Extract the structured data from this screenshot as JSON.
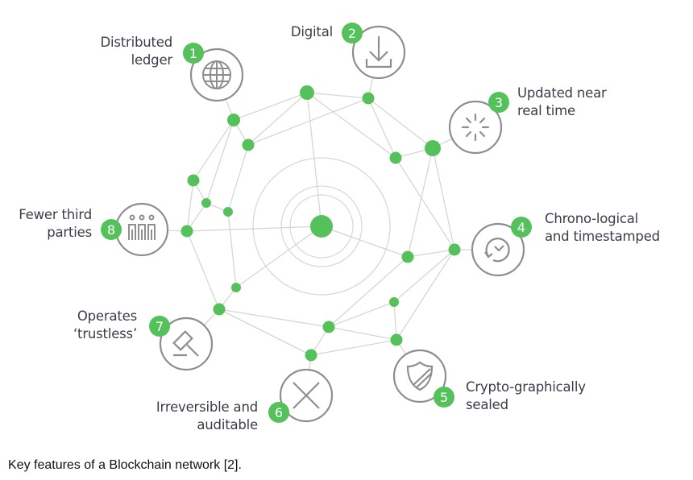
{
  "colors": {
    "accent": "#55c15a",
    "icon_stroke": "#8e8e8e",
    "edge": "#d6d6d2",
    "text": "#3a3c4a"
  },
  "features": [
    {
      "number": "1",
      "label": "Distributed\nledger",
      "icon": "globe-icon"
    },
    {
      "number": "2",
      "label": "Digital",
      "icon": "download-icon"
    },
    {
      "number": "3",
      "label": "Updated near\nreal time",
      "icon": "loading-spinner-icon"
    },
    {
      "number": "4",
      "label": "Chrono-logical\nand timestamped",
      "icon": "clock-history-icon"
    },
    {
      "number": "5",
      "label": "Crypto-graphically\nsealed",
      "icon": "shield-icon"
    },
    {
      "number": "6",
      "label": "Irreversible and\nauditable",
      "icon": "x-cross-icon"
    },
    {
      "number": "7",
      "label": "Operates\n‘trustless’",
      "icon": "gavel-icon"
    },
    {
      "number": "8",
      "label": "Fewer third\nparties",
      "icon": "people-icon"
    }
  ],
  "caption": "Key features of a Blockchain network [2]."
}
